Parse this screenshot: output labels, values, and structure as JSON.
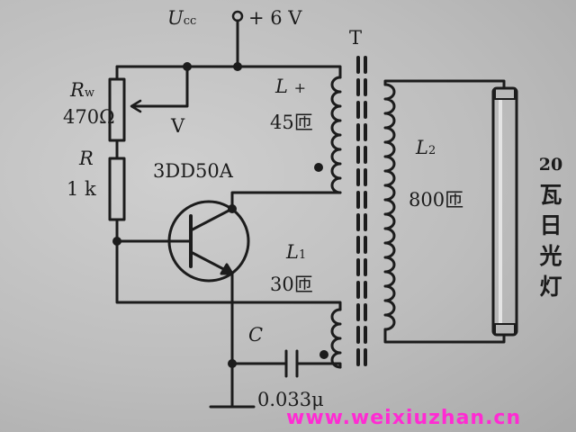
{
  "supply": {
    "symbol": "U",
    "subscript": "cc",
    "value": "+ 6 V"
  },
  "transformer": {
    "label": "T"
  },
  "resistor_rw": {
    "symbol": "R",
    "subscript": "w",
    "value": "470Ω"
  },
  "potentiometer_tap": {
    "label": "V"
  },
  "resistor_r": {
    "symbol": "R",
    "value": "1 k"
  },
  "transistor": {
    "model": "3DD50A"
  },
  "coil_l": {
    "symbol": "L",
    "polarity": "+",
    "turns": "45匝"
  },
  "coil_l1": {
    "symbol": "L",
    "subscript": "1",
    "turns": "30匝"
  },
  "coil_l2": {
    "symbol": "L",
    "subscript": "2",
    "turns": "800匝"
  },
  "capacitor": {
    "symbol": "C",
    "value": "0.033μ"
  },
  "lamp": {
    "number": "20",
    "chars": [
      "瓦",
      "日",
      "光",
      "灯"
    ]
  },
  "watermark": "www.weixiuzhan.cn",
  "colors": {
    "ink": "#1c1c1c",
    "paper": "#c4c4c4",
    "watermark": "#ff2bd3"
  }
}
